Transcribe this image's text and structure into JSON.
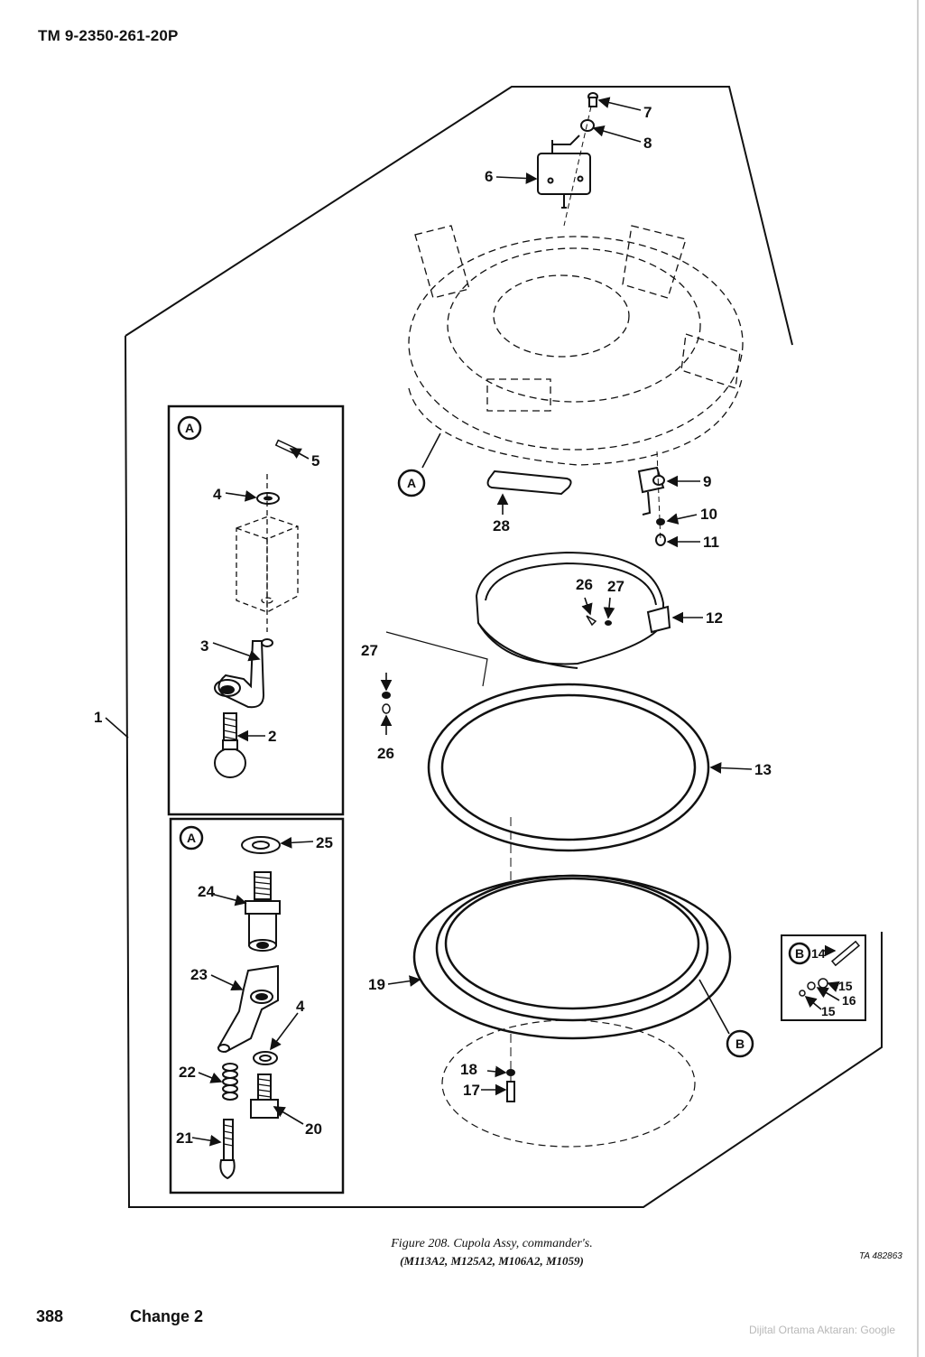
{
  "header": {
    "doc_number": "TM 9-2350-261-20P"
  },
  "callouts": {
    "c1": "1",
    "c2": "2",
    "c3": "3",
    "c4a": "4",
    "c4b": "4",
    "c5": "5",
    "c6": "6",
    "c7": "7",
    "c8": "8",
    "c9": "9",
    "c10": "10",
    "c11": "11",
    "c12": "12",
    "c13": "13",
    "c14": "14",
    "c15a": "15",
    "c15b": "15",
    "c16": "16",
    "c17": "17",
    "c18": "18",
    "c19": "19",
    "c20": "20",
    "c21": "21",
    "c22": "22",
    "c23": "23",
    "c24": "24",
    "c25": "25",
    "c26a": "26",
    "c26b": "26",
    "c27a": "27",
    "c27b": "27",
    "c28": "28"
  },
  "detail_tags": {
    "a1": "A",
    "a2": "A",
    "a3": "A",
    "b1": "B",
    "b2": "B"
  },
  "caption": {
    "line1": "Figure 208.  Cupola Assy, commander's.",
    "line2": "(M113A2, M125A2, M106A2, M1059)"
  },
  "art_number": "TA 482863",
  "footer": {
    "page_number": "388",
    "change": "Change 2"
  },
  "watermark": "Dijital Ortama Aktaran: Google"
}
